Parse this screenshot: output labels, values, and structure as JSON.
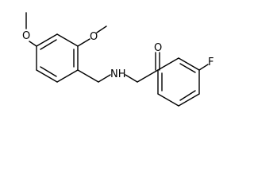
{
  "structure": {
    "atoms": {
      "methoxy_top_o": "O",
      "methoxy_left_o": "O",
      "amine": "NH",
      "carbonyl_o": "O",
      "fluorine": "F"
    }
  },
  "colors": {
    "bond": "#000000",
    "label": "#000000",
    "background": "#ffffff"
  }
}
